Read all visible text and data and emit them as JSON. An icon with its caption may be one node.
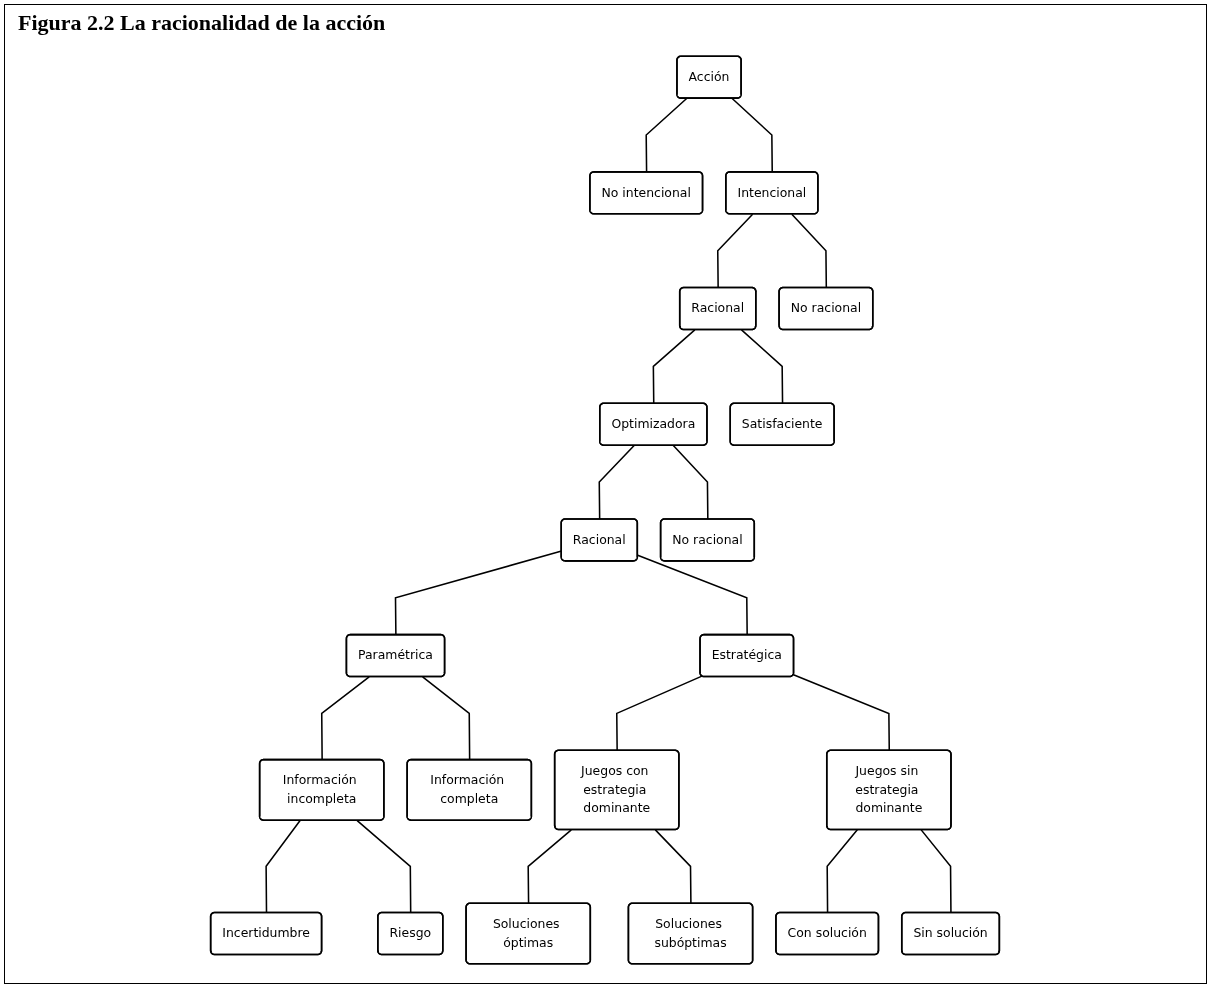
{
  "diagram": {
    "title": "Figura 2.2 La racionalidad de la acción",
    "nodes": [
      {
        "text": [
          "Acción"
        ]
      },
      {
        "text": [
          "No intencional"
        ]
      },
      {
        "text": [
          "Intencional"
        ]
      },
      {
        "text": [
          "Racional"
        ]
      },
      {
        "text": [
          "No racional"
        ]
      },
      {
        "text": [
          "Optimizadora"
        ]
      },
      {
        "text": [
          "Satisfaciente"
        ]
      },
      {
        "text": [
          "Racional"
        ]
      },
      {
        "text": [
          "No racional"
        ]
      },
      {
        "text": [
          "Paramétrica"
        ]
      },
      {
        "text": [
          "Estratégica"
        ]
      },
      {
        "text": [
          "Información incompleta"
        ]
      },
      {
        "text": [
          "Información completa"
        ]
      },
      {
        "text": [
          "Incertidumbre"
        ]
      },
      {
        "text": [
          "Riesgo"
        ]
      },
      {
        "text": [
          "Juegos con estrategia dominante"
        ]
      },
      {
        "text": [
          "Juegos sin estrategia dominante"
        ]
      },
      {
        "text": [
          "Soluciones óptimas"
        ]
      },
      {
        "text": [
          "Soluciones subóptimas"
        ]
      },
      {
        "text": [
          "Con solución"
        ]
      },
      {
        "text": [
          "Sin solución"
        ]
      }
    ],
    "edges": [
      {
        "from": 0,
        "to": 1,
        "arrow": "none"
      },
      {
        "from": 0,
        "to": 2,
        "arrow": "none"
      },
      {
        "from": 2,
        "to": 3,
        "arrow": "none"
      },
      {
        "from": 2,
        "to": 4,
        "arrow": "none"
      },
      {
        "from": 3,
        "to": 5,
        "arrow": "none"
      },
      {
        "from": 3,
        "to": 6,
        "arrow": "none"
      },
      {
        "from": 5,
        "to": 7,
        "arrow": "none"
      },
      {
        "from": 5,
        "to": 8,
        "arrow": "none"
      },
      {
        "from": 7,
        "to": 9,
        "arrow": "none"
      },
      {
        "from": 7,
        "to": 10,
        "arrow": "none"
      },
      {
        "from": 9,
        "to": 11,
        "arrow": "none"
      },
      {
        "from": 9,
        "to": 12,
        "arrow": "none"
      },
      {
        "from": 11,
        "to": 13,
        "arrow": "none"
      },
      {
        "from": 11,
        "to": 14,
        "arrow": "none"
      },
      {
        "from": 10,
        "to": 15,
        "arrow": "none"
      },
      {
        "from": 10,
        "to": 16,
        "arrow": "none"
      },
      {
        "from": 15,
        "to": 17,
        "arrow": "none"
      },
      {
        "from": 15,
        "to": 18,
        "arrow": "none"
      },
      {
        "from": 16,
        "to": 19,
        "arrow": "none"
      },
      {
        "from": 16,
        "to": 20,
        "arrow": "none"
      }
    ]
  }
}
